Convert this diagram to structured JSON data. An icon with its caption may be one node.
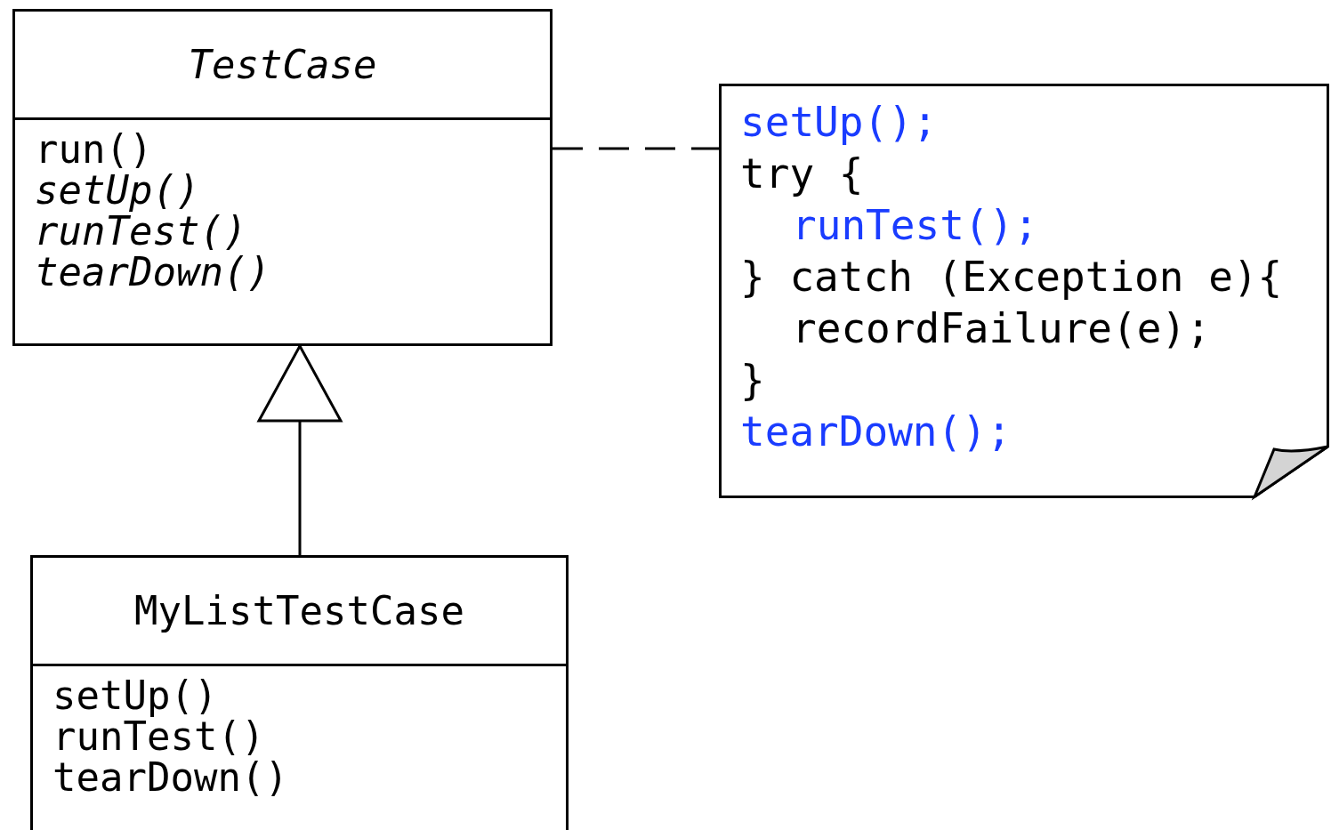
{
  "diagram": {
    "nodes": [
      {
        "text": [
          "*TestCase*",
          "run()",
          "*setUp()*",
          "*runTest()*",
          "*tearDown()*"
        ]
      },
      {
        "text": [
          "MyListTestCase",
          "setUp()",
          "runTest()",
          "tearDown()"
        ]
      },
      {
        "text": [
          "setUp();",
          "try {",
          "runTest();",
          "} catch (Exception e){",
          "recordFailure(e);",
          "}",
          "tearDown();"
        ]
      }
    ],
    "edges": [
      {
        "from": 1,
        "to": 0,
        "arrow": "to"
      },
      {
        "from": 0,
        "to": 2,
        "arrow": "none",
        "style": "dashed"
      }
    ]
  }
}
